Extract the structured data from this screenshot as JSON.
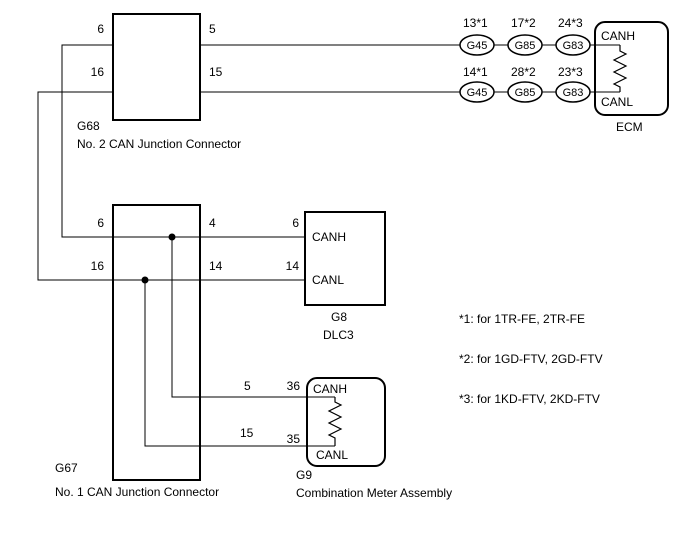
{
  "colors": {
    "line": "#000000",
    "background": "#ffffff"
  },
  "diagram": {
    "g68": {
      "id": "G68",
      "caption": "No. 2 CAN Junction Connector",
      "pin_canh_left": "6",
      "pin_canh_right": "5",
      "pin_canl_left": "16",
      "pin_canl_right": "15"
    },
    "g67": {
      "id": "G67",
      "caption": "No. 1 CAN Junction Connector",
      "pin_canh_left": "6",
      "pin_canh_right": "4",
      "pin_canl_left": "16",
      "pin_canl_right": "14",
      "pin_meter_canh": "5",
      "pin_meter_canl": "15"
    },
    "dlc3": {
      "id": "G8",
      "caption": "DLC3",
      "pin_canh": "6",
      "pin_canl": "14",
      "canh_label": "CANH",
      "canl_label": "CANL"
    },
    "meter": {
      "id": "G9",
      "caption": "Combination Meter Assembly",
      "pin_canh": "36",
      "pin_canl": "35",
      "canh_label": "CANH",
      "canl_label": "CANL"
    },
    "ecm": {
      "id": "ECM",
      "canh_label": "CANH",
      "canl_label": "CANL"
    },
    "inline_connectors": {
      "row_canh": [
        {
          "pin": "13*1",
          "id": "G45"
        },
        {
          "pin": "17*2",
          "id": "G85"
        },
        {
          "pin": "24*3",
          "id": "G83"
        }
      ],
      "row_canl": [
        {
          "pin": "14*1",
          "id": "G45"
        },
        {
          "pin": "28*2",
          "id": "G85"
        },
        {
          "pin": "23*3",
          "id": "G83"
        }
      ]
    },
    "notes": [
      "*1: for 1TR-FE, 2TR-FE",
      "*2: for 1GD-FTV, 2GD-FTV",
      "*3: for 1KD-FTV, 2KD-FTV"
    ]
  }
}
